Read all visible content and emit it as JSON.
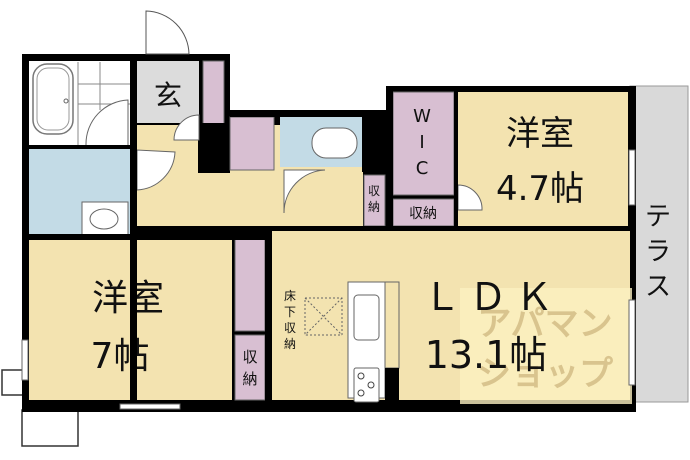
{
  "rooms": {
    "entrance": "玄",
    "western_room_1": {
      "name": "洋室",
      "size": "4.7帖"
    },
    "western_room_2": {
      "name": "洋室",
      "size": "7帖"
    },
    "ldk": {
      "name": "ＬＤＫ",
      "size": "13.1帖"
    },
    "wic": [
      "W",
      "I",
      "C"
    ],
    "storage_small_hall": [
      "収",
      "納"
    ],
    "storage_wic": "収納",
    "storage_room2": [
      "収",
      "納"
    ],
    "underfloor_storage": [
      "床",
      "下",
      "収",
      "納"
    ],
    "terrace": [
      "テ",
      "ラ",
      "ス"
    ]
  },
  "watermark": "アパマンショップ",
  "colors": {
    "wall": "#000000",
    "floor_yellow": "#f3e3b0",
    "closet_purple": "#d8bfd2",
    "water_blue": "#c3dbe6",
    "entrance_gray": "#dcdcdc",
    "terrace_gray": "#d9d9d9"
  }
}
